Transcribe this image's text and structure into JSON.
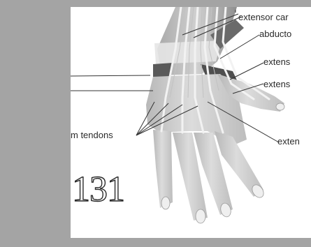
{
  "labels": {
    "extensor_carpi": "extensor car",
    "abductor": "abducto",
    "extensor_1": "extens",
    "extensor_2": "extens",
    "tendons": "m tendons",
    "extensor_3": "exten"
  },
  "page_number": "131",
  "colors": {
    "border": "#a4a4a4",
    "panel": "#ffffff",
    "skin": "#c9c9c9",
    "tendon": "#eeeeee",
    "muscle": "#5a5a5a",
    "leader_line": "#333333"
  }
}
